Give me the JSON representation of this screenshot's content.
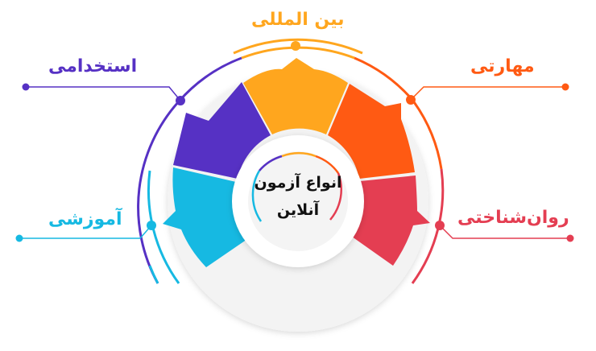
{
  "center": {
    "line1": "انواع آزمون",
    "line2": "آنلاین"
  },
  "segments": [
    {
      "id": "international",
      "label": "بین المللی",
      "color": "#FFA61E"
    },
    {
      "id": "skills",
      "label": "مهارتی",
      "color": "#FF5A13"
    },
    {
      "id": "psychological",
      "label": "روان‌شناختی",
      "color": "#E43E52"
    },
    {
      "id": "educational",
      "label": "آموزشی",
      "color": "#16B9E2"
    },
    {
      "id": "employment",
      "label": "استخدامی",
      "color": "#5631C4"
    }
  ],
  "colors": {
    "international": "#FFA61E",
    "skills": "#FF5A13",
    "psychological": "#E43E52",
    "educational": "#16B9E2",
    "employment": "#5631C4",
    "empty_segment": "#F2F2F2"
  }
}
